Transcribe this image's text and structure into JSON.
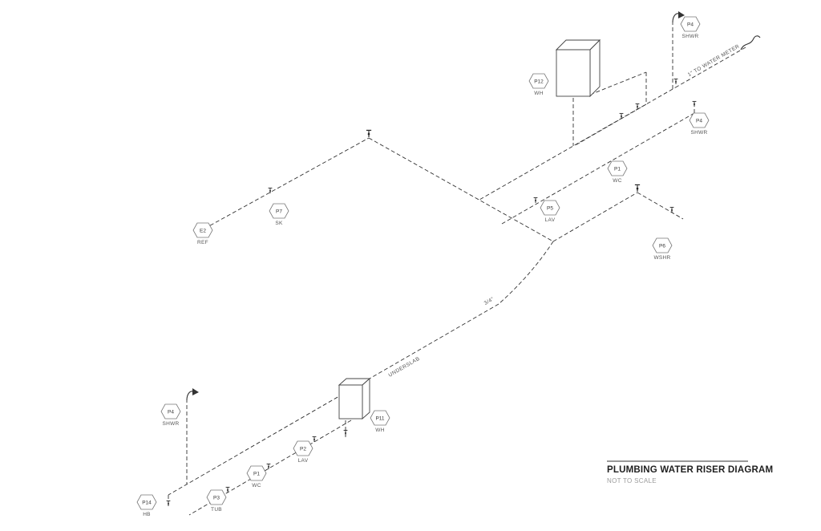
{
  "title_block": {
    "title": "PLUMBING WATER RISER DIAGRAM",
    "subtitle": "NOT TO SCALE"
  },
  "pipe_labels": [
    {
      "text": "1\" TO WATER METER"
    },
    {
      "text": "3/4\""
    },
    {
      "text": "UNDERSLAB"
    }
  ],
  "tags": [
    {
      "id": "P4",
      "label": "SHWR"
    },
    {
      "id": "P12",
      "label": "WH"
    },
    {
      "id": "P4",
      "label": "SHWR"
    },
    {
      "id": "P1",
      "label": "WC"
    },
    {
      "id": "P5",
      "label": "LAV"
    },
    {
      "id": "P7",
      "label": "SK"
    },
    {
      "id": "E2",
      "label": "REF"
    },
    {
      "id": "P6",
      "label": "WSHR"
    },
    {
      "id": "P11",
      "label": "WH"
    },
    {
      "id": "P4",
      "label": "SHWR"
    },
    {
      "id": "P2",
      "label": "LAV"
    },
    {
      "id": "P1",
      "label": "WC"
    },
    {
      "id": "P3",
      "label": "TUB"
    },
    {
      "id": "P14",
      "label": "HB"
    }
  ]
}
